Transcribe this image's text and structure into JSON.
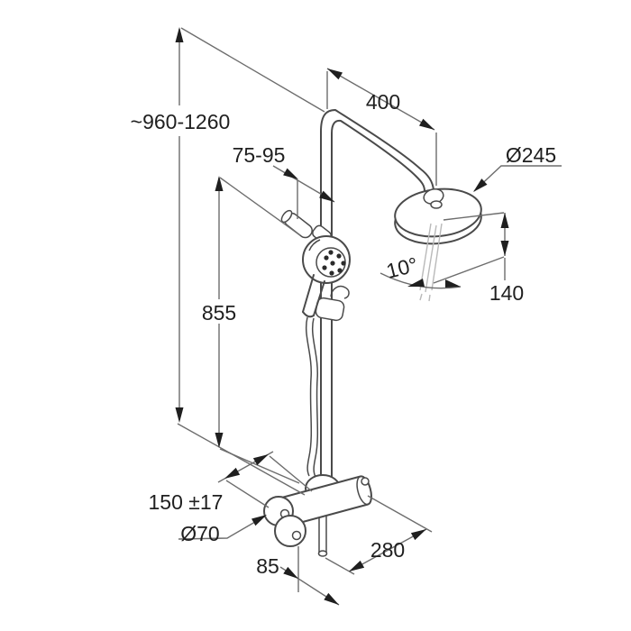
{
  "diagram": {
    "type": "technical-dimension-drawing",
    "subject": "shower-system-with-overhead-shower-hand-shower-and-thermostatic-mixer",
    "background": "#ffffff",
    "colors": {
      "outline": "#4a4a4a",
      "dimension_line": "#6d6d6d",
      "arrow": "#1f1f1f",
      "text": "#1f1f1f",
      "spray": "#b9b9b9"
    },
    "dimensions": {
      "overall_height": "~960-1260",
      "rail_length": "855",
      "wall_bracket_offset": "75-95",
      "arm_projection": "400",
      "head_diameter": "Ø245",
      "spray_angle": "10°",
      "head_drop": "140",
      "supply_spacing": "150 ±17",
      "knob_diameter": "Ø70",
      "depth_projection": "280",
      "outlet_offset": "85"
    }
  }
}
